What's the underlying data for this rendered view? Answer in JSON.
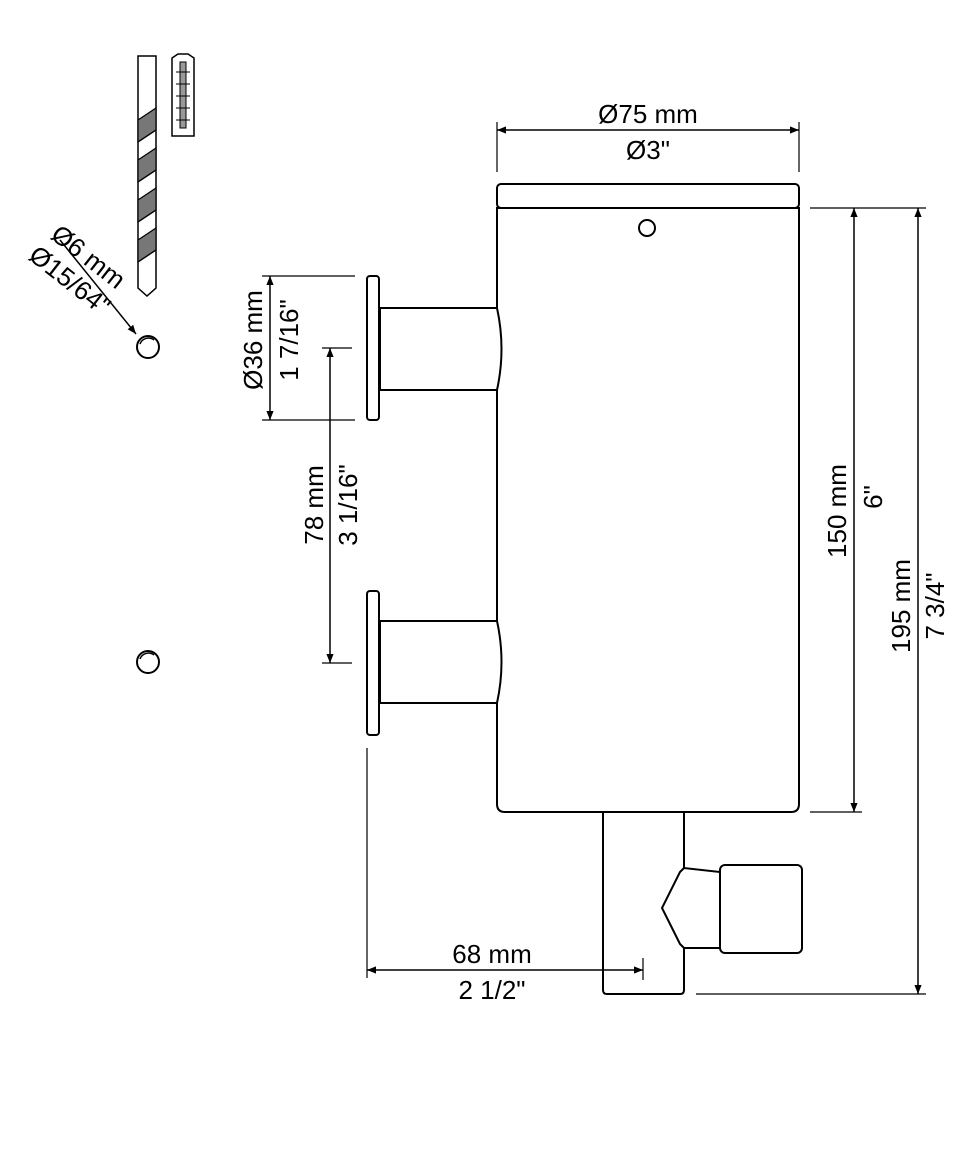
{
  "diagram": {
    "colors": {
      "line": "#000000",
      "fill": "#ffffff",
      "drill_shade": "#777777"
    },
    "drill_hole": {
      "metric": "Ø6 mm",
      "imperial": "Ø15/64\""
    },
    "top_diameter": {
      "metric": "Ø75 mm",
      "imperial": "Ø3\""
    },
    "flange_diameter": {
      "metric": "Ø36 mm",
      "imperial": "1 7/16\""
    },
    "pipe_spacing": {
      "metric": "78 mm",
      "imperial": "3 1/16\""
    },
    "body_height": {
      "metric": "150 mm",
      "imperial": "6\""
    },
    "total_height": {
      "metric": "195 mm",
      "imperial": "7 3/4\""
    },
    "wall_offset": {
      "metric": "68 mm",
      "imperial": "2 1/2\""
    },
    "icons": [
      "drill-bit-icon",
      "wall-plug-icon",
      "wall-hole-icon"
    ]
  }
}
